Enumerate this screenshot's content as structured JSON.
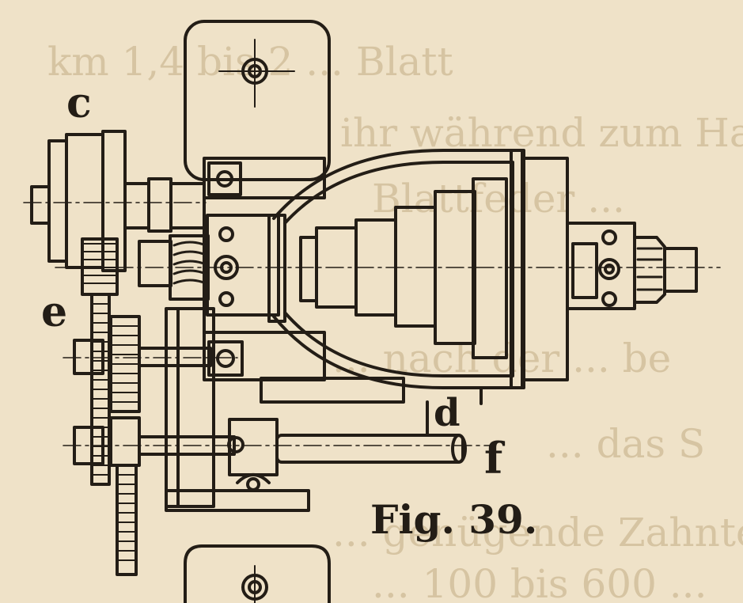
{
  "figure": {
    "caption": "Fig. 39.",
    "labels": {
      "c": "c",
      "d": "d",
      "e": "e",
      "f": "f"
    },
    "bleed_through_lines": [
      "km 1,4 bis 2 ... Blatt",
      "ihr während zum Hauptbaum",
      "Blattfeder ...",
      "... nach der ... be",
      "... das S",
      "... genügende Zahnteilung",
      "... 100 bis 600 ..."
    ]
  },
  "colors": {
    "paper": "#efe2c8",
    "ink": "#231d16",
    "bleed": "#d9c8a8"
  }
}
